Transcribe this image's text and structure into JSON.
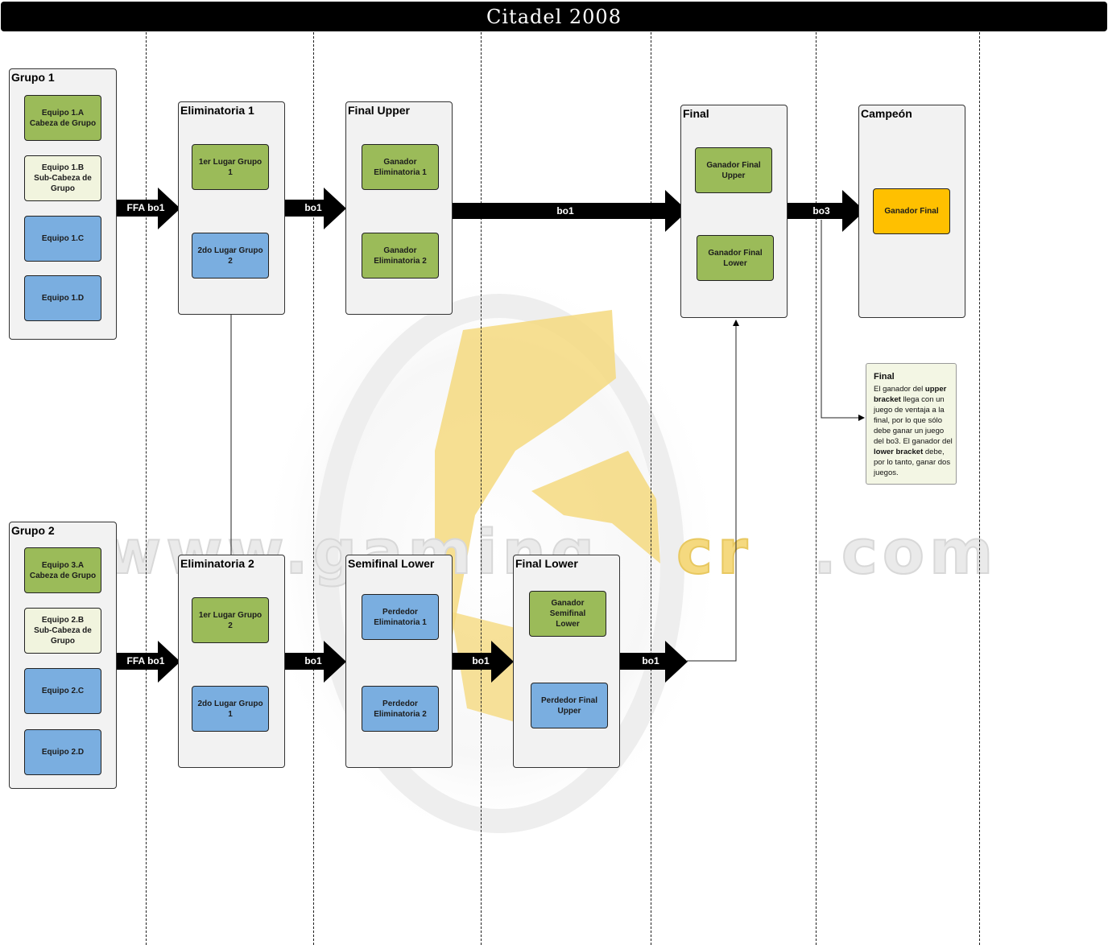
{
  "title": "Citadel 2008",
  "groups": {
    "grupo1": {
      "title": "Grupo 1",
      "teams": [
        "Equipo 1.A\nCabeza de Grupo",
        "Equipo 1.B\nSub-Cabeza de\nGrupo",
        "Equipo 1.C",
        "Equipo 1.D"
      ]
    },
    "grupo2": {
      "title": "Grupo 2",
      "teams": [
        "Equipo 3.A\nCabeza de Grupo",
        "Equipo 2.B\nSub-Cabeza de\nGrupo",
        "Equipo 2.C",
        "Equipo 2.D"
      ]
    },
    "elim1": {
      "title": "Eliminatoria 1",
      "teams": [
        "1er Lugar Grupo 1",
        "2do Lugar Grupo 2"
      ]
    },
    "elim2": {
      "title": "Eliminatoria 2",
      "teams": [
        "1er Lugar Grupo 2",
        "2do Lugar Grupo 1"
      ]
    },
    "final_upper": {
      "title": "Final Upper",
      "teams": [
        "Ganador\nEliminatoria 1",
        "Ganador\nEliminatoria 2"
      ]
    },
    "semifinal_lower": {
      "title": "Semifinal Lower",
      "teams": [
        "Perdedor\nEliminatoria 1",
        "Perdedor\nEliminatoria 2"
      ]
    },
    "final_lower": {
      "title": "Final Lower",
      "teams": [
        "Ganador Semifinal\nLower",
        "Perdedor Final\nUpper"
      ]
    },
    "final": {
      "title": "Final",
      "teams": [
        "Ganador Final\nUpper",
        "Ganador Final\nLower"
      ]
    },
    "campeon": {
      "title": "Campeón",
      "teams": [
        "Ganador Final"
      ]
    }
  },
  "arrows": {
    "a1": "FFA bo1",
    "a2": "bo1",
    "a3": "bo1",
    "a4": "bo3",
    "b1": "FFA bo1",
    "b2": "bo1",
    "b3": "bo1",
    "b4": "bo1"
  },
  "note": {
    "title": "Final",
    "t1": "El ganador del ",
    "b1": "upper bracket",
    "t2": " llega con un juego de ventaja a la final, por lo que sólo debe ganar un juego del bo3. El ganador del ",
    "b2": "lower bracket",
    "t3": " debe, por lo tanto, ganar dos juegos."
  },
  "watermark": "www.gamingcr.com",
  "colors": {
    "winner": "#9bbb59",
    "seed": "#f1f4de",
    "loser": "#7aaee0",
    "champion": "#ffc000"
  }
}
